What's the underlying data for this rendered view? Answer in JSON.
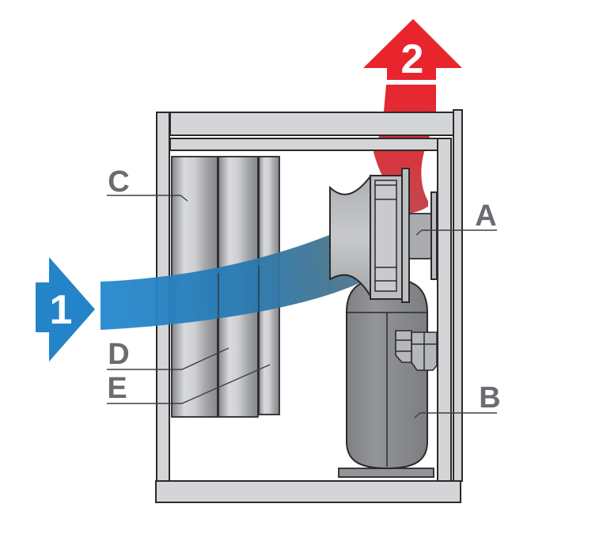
{
  "diagram": {
    "part_labels": {
      "a": "A",
      "b": "B",
      "c": "C",
      "d": "D",
      "e": "E"
    },
    "flow_numbers": {
      "inlet": "1",
      "outlet": "2"
    },
    "colors": {
      "inlet_blue": "#2484C8",
      "outlet_red": "#E8252D",
      "cabinet_gray": "#D4D5D7",
      "panel_gray": "#AEB0B3",
      "component_gray": "#BCBEC0",
      "compressor_gray": "#8A8C8F",
      "label_gray": "#6A6C70",
      "outline_dark": "#2A2A2C",
      "number_white": "#FFFFFF"
    }
  }
}
